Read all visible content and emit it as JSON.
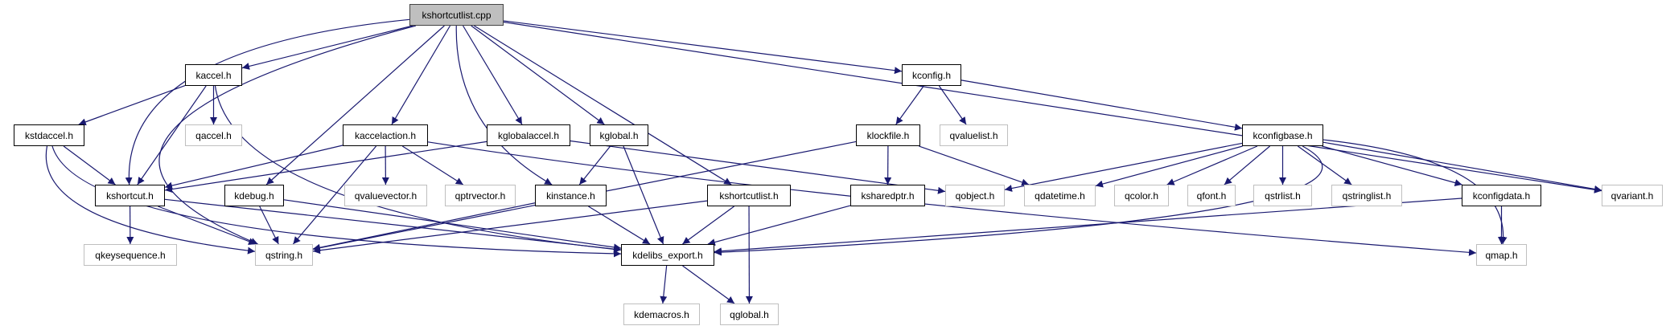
{
  "colors": {
    "edge": "#191970",
    "root_fill": "#bfbfbf",
    "internal_border": "#000000",
    "external_border": "#bfbfbf"
  },
  "nodes": [
    {
      "id": "kshortcutlist_cpp",
      "label": "kshortcutlist.cpp",
      "kind": "root"
    },
    {
      "id": "kaccel_h",
      "label": "kaccel.h",
      "kind": "internal"
    },
    {
      "id": "kconfig_h",
      "label": "kconfig.h",
      "kind": "internal"
    },
    {
      "id": "kstdaccel_h",
      "label": "kstdaccel.h",
      "kind": "internal"
    },
    {
      "id": "qaccel_h",
      "label": "qaccel.h",
      "kind": "external"
    },
    {
      "id": "kaccelaction_h",
      "label": "kaccelaction.h",
      "kind": "internal"
    },
    {
      "id": "kglobalaccel_h",
      "label": "kglobalaccel.h",
      "kind": "internal"
    },
    {
      "id": "kglobal_h",
      "label": "kglobal.h",
      "kind": "internal"
    },
    {
      "id": "klockfile_h",
      "label": "klockfile.h",
      "kind": "internal"
    },
    {
      "id": "qvaluelist_h",
      "label": "qvaluelist.h",
      "kind": "external"
    },
    {
      "id": "kconfigbase_h",
      "label": "kconfigbase.h",
      "kind": "internal"
    },
    {
      "id": "kshortcut_h",
      "label": "kshortcut.h",
      "kind": "internal"
    },
    {
      "id": "kdebug_h",
      "label": "kdebug.h",
      "kind": "internal"
    },
    {
      "id": "qvaluevector_h",
      "label": "qvaluevector.h",
      "kind": "external"
    },
    {
      "id": "qptrvector_h",
      "label": "qptrvector.h",
      "kind": "external"
    },
    {
      "id": "kinstance_h",
      "label": "kinstance.h",
      "kind": "internal"
    },
    {
      "id": "kshortcutlist_h",
      "label": "kshortcutlist.h",
      "kind": "internal"
    },
    {
      "id": "ksharedptr_h",
      "label": "ksharedptr.h",
      "kind": "internal"
    },
    {
      "id": "qobject_h",
      "label": "qobject.h",
      "kind": "external"
    },
    {
      "id": "qdatetime_h",
      "label": "qdatetime.h",
      "kind": "external"
    },
    {
      "id": "qcolor_h",
      "label": "qcolor.h",
      "kind": "external"
    },
    {
      "id": "qfont_h",
      "label": "qfont.h",
      "kind": "external"
    },
    {
      "id": "qstrlist_h",
      "label": "qstrlist.h",
      "kind": "external"
    },
    {
      "id": "qstringlist_h",
      "label": "qstringlist.h",
      "kind": "external"
    },
    {
      "id": "kconfigdata_h",
      "label": "kconfigdata.h",
      "kind": "internal"
    },
    {
      "id": "qvariant_h",
      "label": "qvariant.h",
      "kind": "external"
    },
    {
      "id": "qkeysequence_h",
      "label": "qkeysequence.h",
      "kind": "external"
    },
    {
      "id": "qstring_h",
      "label": "qstring.h",
      "kind": "external"
    },
    {
      "id": "kdelibs_export_h",
      "label": "kdelibs_export.h",
      "kind": "internal"
    },
    {
      "id": "qmap_h",
      "label": "qmap.h",
      "kind": "external"
    },
    {
      "id": "kdemacros_h",
      "label": "kdemacros.h",
      "kind": "external"
    },
    {
      "id": "qglobal_h",
      "label": "qglobal.h",
      "kind": "external"
    }
  ],
  "edges": [
    [
      "kshortcutlist_cpp",
      "kaccel_h"
    ],
    [
      "kshortcutlist_cpp",
      "kshortcut_h"
    ],
    [
      "kshortcutlist_cpp",
      "qstring_h"
    ],
    [
      "kshortcutlist_cpp",
      "kaccelaction_h"
    ],
    [
      "kshortcutlist_cpp",
      "kdebug_h"
    ],
    [
      "kshortcutlist_cpp",
      "kglobalaccel_h"
    ],
    [
      "kshortcutlist_cpp",
      "kglobal_h"
    ],
    [
      "kshortcutlist_cpp",
      "kinstance_h"
    ],
    [
      "kshortcutlist_cpp",
      "kshortcutlist_h"
    ],
    [
      "kshortcutlist_cpp",
      "kconfig_h"
    ],
    [
      "kshortcutlist_cpp",
      "qvariant_h"
    ],
    [
      "kaccel_h",
      "kstdaccel_h"
    ],
    [
      "kaccel_h",
      "kshortcut_h"
    ],
    [
      "kaccel_h",
      "qaccel_h"
    ],
    [
      "kaccel_h",
      "kdelibs_export_h"
    ],
    [
      "kstdaccel_h",
      "kshortcut_h"
    ],
    [
      "kstdaccel_h",
      "qstring_h"
    ],
    [
      "kstdaccel_h",
      "kdelibs_export_h"
    ],
    [
      "kaccelaction_h",
      "kshortcut_h"
    ],
    [
      "kaccelaction_h",
      "qstring_h"
    ],
    [
      "kaccelaction_h",
      "qvaluevector_h"
    ],
    [
      "kaccelaction_h",
      "qptrvector_h"
    ],
    [
      "kaccelaction_h",
      "qmap_h"
    ],
    [
      "kglobalaccel_h",
      "kshortcut_h"
    ],
    [
      "kglobalaccel_h",
      "qobject_h"
    ],
    [
      "kglobal_h",
      "kinstance_h"
    ],
    [
      "kglobal_h",
      "kdelibs_export_h"
    ],
    [
      "kshortcut_h",
      "qkeysequence_h"
    ],
    [
      "kshortcut_h",
      "qstring_h"
    ],
    [
      "kshortcut_h",
      "kdelibs_export_h"
    ],
    [
      "kdebug_h",
      "qstring_h"
    ],
    [
      "kdebug_h",
      "kdelibs_export_h"
    ],
    [
      "kinstance_h",
      "qstring_h"
    ],
    [
      "kinstance_h",
      "kdelibs_export_h"
    ],
    [
      "kshortcutlist_h",
      "qstring_h"
    ],
    [
      "kshortcutlist_h",
      "kdelibs_export_h"
    ],
    [
      "kshortcutlist_h",
      "qglobal_h"
    ],
    [
      "kconfig_h",
      "klockfile_h"
    ],
    [
      "kconfig_h",
      "qvaluelist_h"
    ],
    [
      "kconfig_h",
      "kconfigbase_h"
    ],
    [
      "klockfile_h",
      "qstring_h"
    ],
    [
      "klockfile_h",
      "ksharedptr_h"
    ],
    [
      "klockfile_h",
      "qdatetime_h"
    ],
    [
      "ksharedptr_h",
      "kdelibs_export_h"
    ],
    [
      "kconfigbase_h",
      "qobject_h"
    ],
    [
      "kconfigbase_h",
      "qdatetime_h"
    ],
    [
      "kconfigbase_h",
      "qcolor_h"
    ],
    [
      "kconfigbase_h",
      "qfont_h"
    ],
    [
      "kconfigbase_h",
      "qstrlist_h"
    ],
    [
      "kconfigbase_h",
      "qstringlist_h"
    ],
    [
      "kconfigbase_h",
      "kconfigdata_h"
    ],
    [
      "kconfigbase_h",
      "qvariant_h"
    ],
    [
      "kconfigbase_h",
      "qmap_h"
    ],
    [
      "kconfigbase_h",
      "kdelibs_export_h"
    ],
    [
      "kconfigdata_h",
      "kdelibs_export_h"
    ],
    [
      "kconfigdata_h",
      "qmap_h"
    ],
    [
      "kdelibs_export_h",
      "kdemacros_h"
    ],
    [
      "kdelibs_export_h",
      "qglobal_h"
    ]
  ]
}
